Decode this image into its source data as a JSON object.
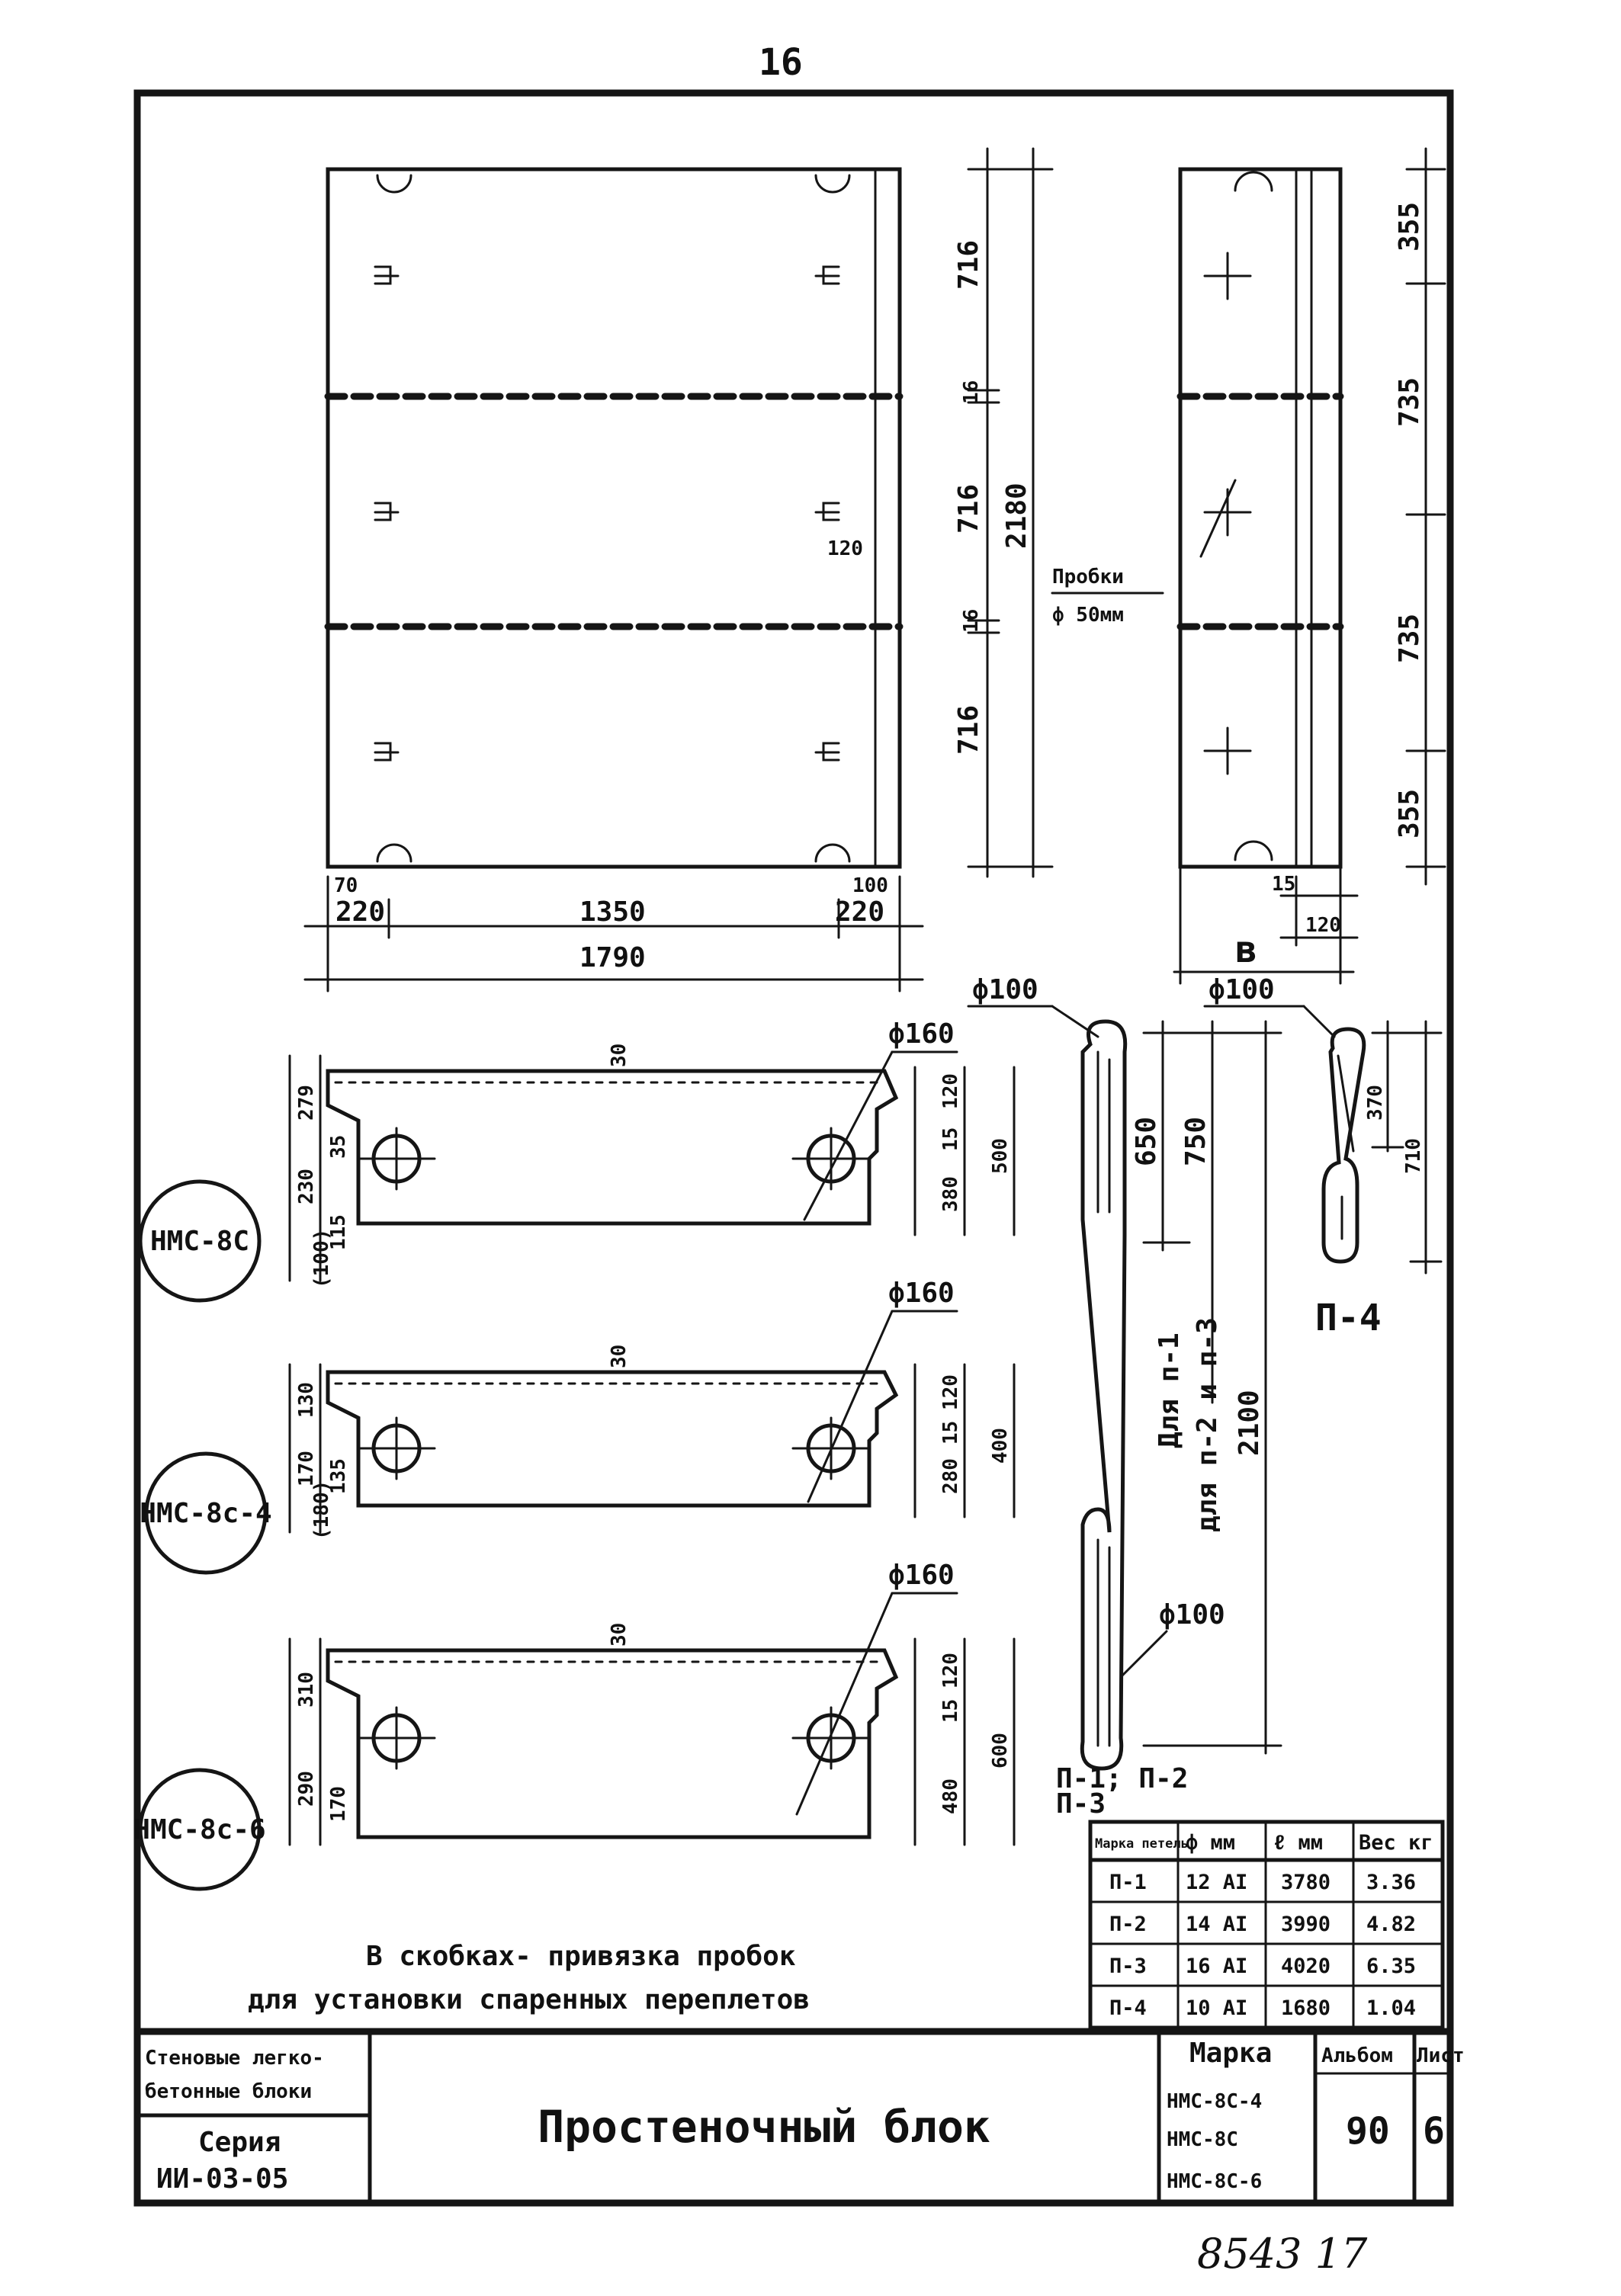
{
  "page_number": "16",
  "front_view": {
    "dim_left": "220",
    "dim_mid": "1350",
    "dim_right": "220",
    "dim_total": "1790",
    "dim_small_left": "70",
    "dim_small_right": "100",
    "v_seg1": "716",
    "v_gap1": "16",
    "v_seg2": "716",
    "v_gap2": "16",
    "v_seg3": "716",
    "v_total": "2180",
    "slot_dim": "120"
  },
  "side_view": {
    "label_plug": "Пробки",
    "label_plug_dia": "ф 50мм",
    "v_seg1": "355",
    "v_seg2": "735",
    "v_seg3": "735",
    "v_seg4": "355",
    "dim_b": "в",
    "dim_15": "15",
    "dim_120": "120"
  },
  "sections": [
    {
      "mark": "НМС-8С",
      "dia": "ф160",
      "top": "30",
      "left_dims": [
        "279",
        "230",
        "100",
        "115",
        "35"
      ],
      "left_bracket": "(100)",
      "right_dims": [
        "120",
        "15",
        "380",
        "500"
      ]
    },
    {
      "mark": "НМС-8с-4",
      "dia": "ф160",
      "top": "30",
      "left_dims": [
        "130",
        "170",
        "135"
      ],
      "left_bracket": "(180)",
      "right_dims": [
        "120",
        "15",
        "280",
        "400"
      ]
    },
    {
      "mark": "НМС-8с-6",
      "dia": "ф160",
      "top": "30",
      "left_dims": [
        "310",
        "290",
        "170"
      ],
      "left_bracket": "",
      "right_dims": [
        "120",
        "15",
        "480",
        "600"
      ]
    }
  ],
  "loops": {
    "dia_top": "ф100",
    "dia_bottom": "ф100",
    "dim_650": "650",
    "dim_750": "750",
    "dim_2100": "2100",
    "label_p1": "Для п-1",
    "label_p2p3": "для п-2 и п-3",
    "caption_main": "П-1; П-2",
    "caption_sub": "П-3",
    "p4_dia": "ф100",
    "p4_dim_370": "370",
    "p4_dim_710": "710",
    "p4_label": "П-4"
  },
  "spec_table": {
    "headers": [
      "Марка петель",
      "ф мм",
      "ℓ мм",
      "Вес кг"
    ],
    "rows": [
      [
        "П-1",
        "12 АI",
        "3780",
        "3.36"
      ],
      [
        "П-2",
        "14 АI",
        "3990",
        "4.82"
      ],
      [
        "П-3",
        "16 АI",
        "4020",
        "6.35"
      ],
      [
        "П-4",
        "10 АI",
        "1680",
        "1.04"
      ]
    ]
  },
  "note": {
    "line1": "В скобках- привязка пробок",
    "line2": "для установки спаренных переплетов"
  },
  "title_block": {
    "left_top_1": "Стеновые легко-",
    "left_top_2": "бетонные блоки",
    "series_label": "Серия",
    "series_value": "ИИ-03-05",
    "title": "Простеночный блок",
    "mark_label": "Марка",
    "marks": [
      "НМС-8С-4",
      "НМС-8С",
      "НМС-8С-6"
    ],
    "album_label": "Альбом",
    "album_value": "90",
    "sheet_label": "Лист",
    "sheet_value": "6"
  },
  "handwritten": "8543   17"
}
